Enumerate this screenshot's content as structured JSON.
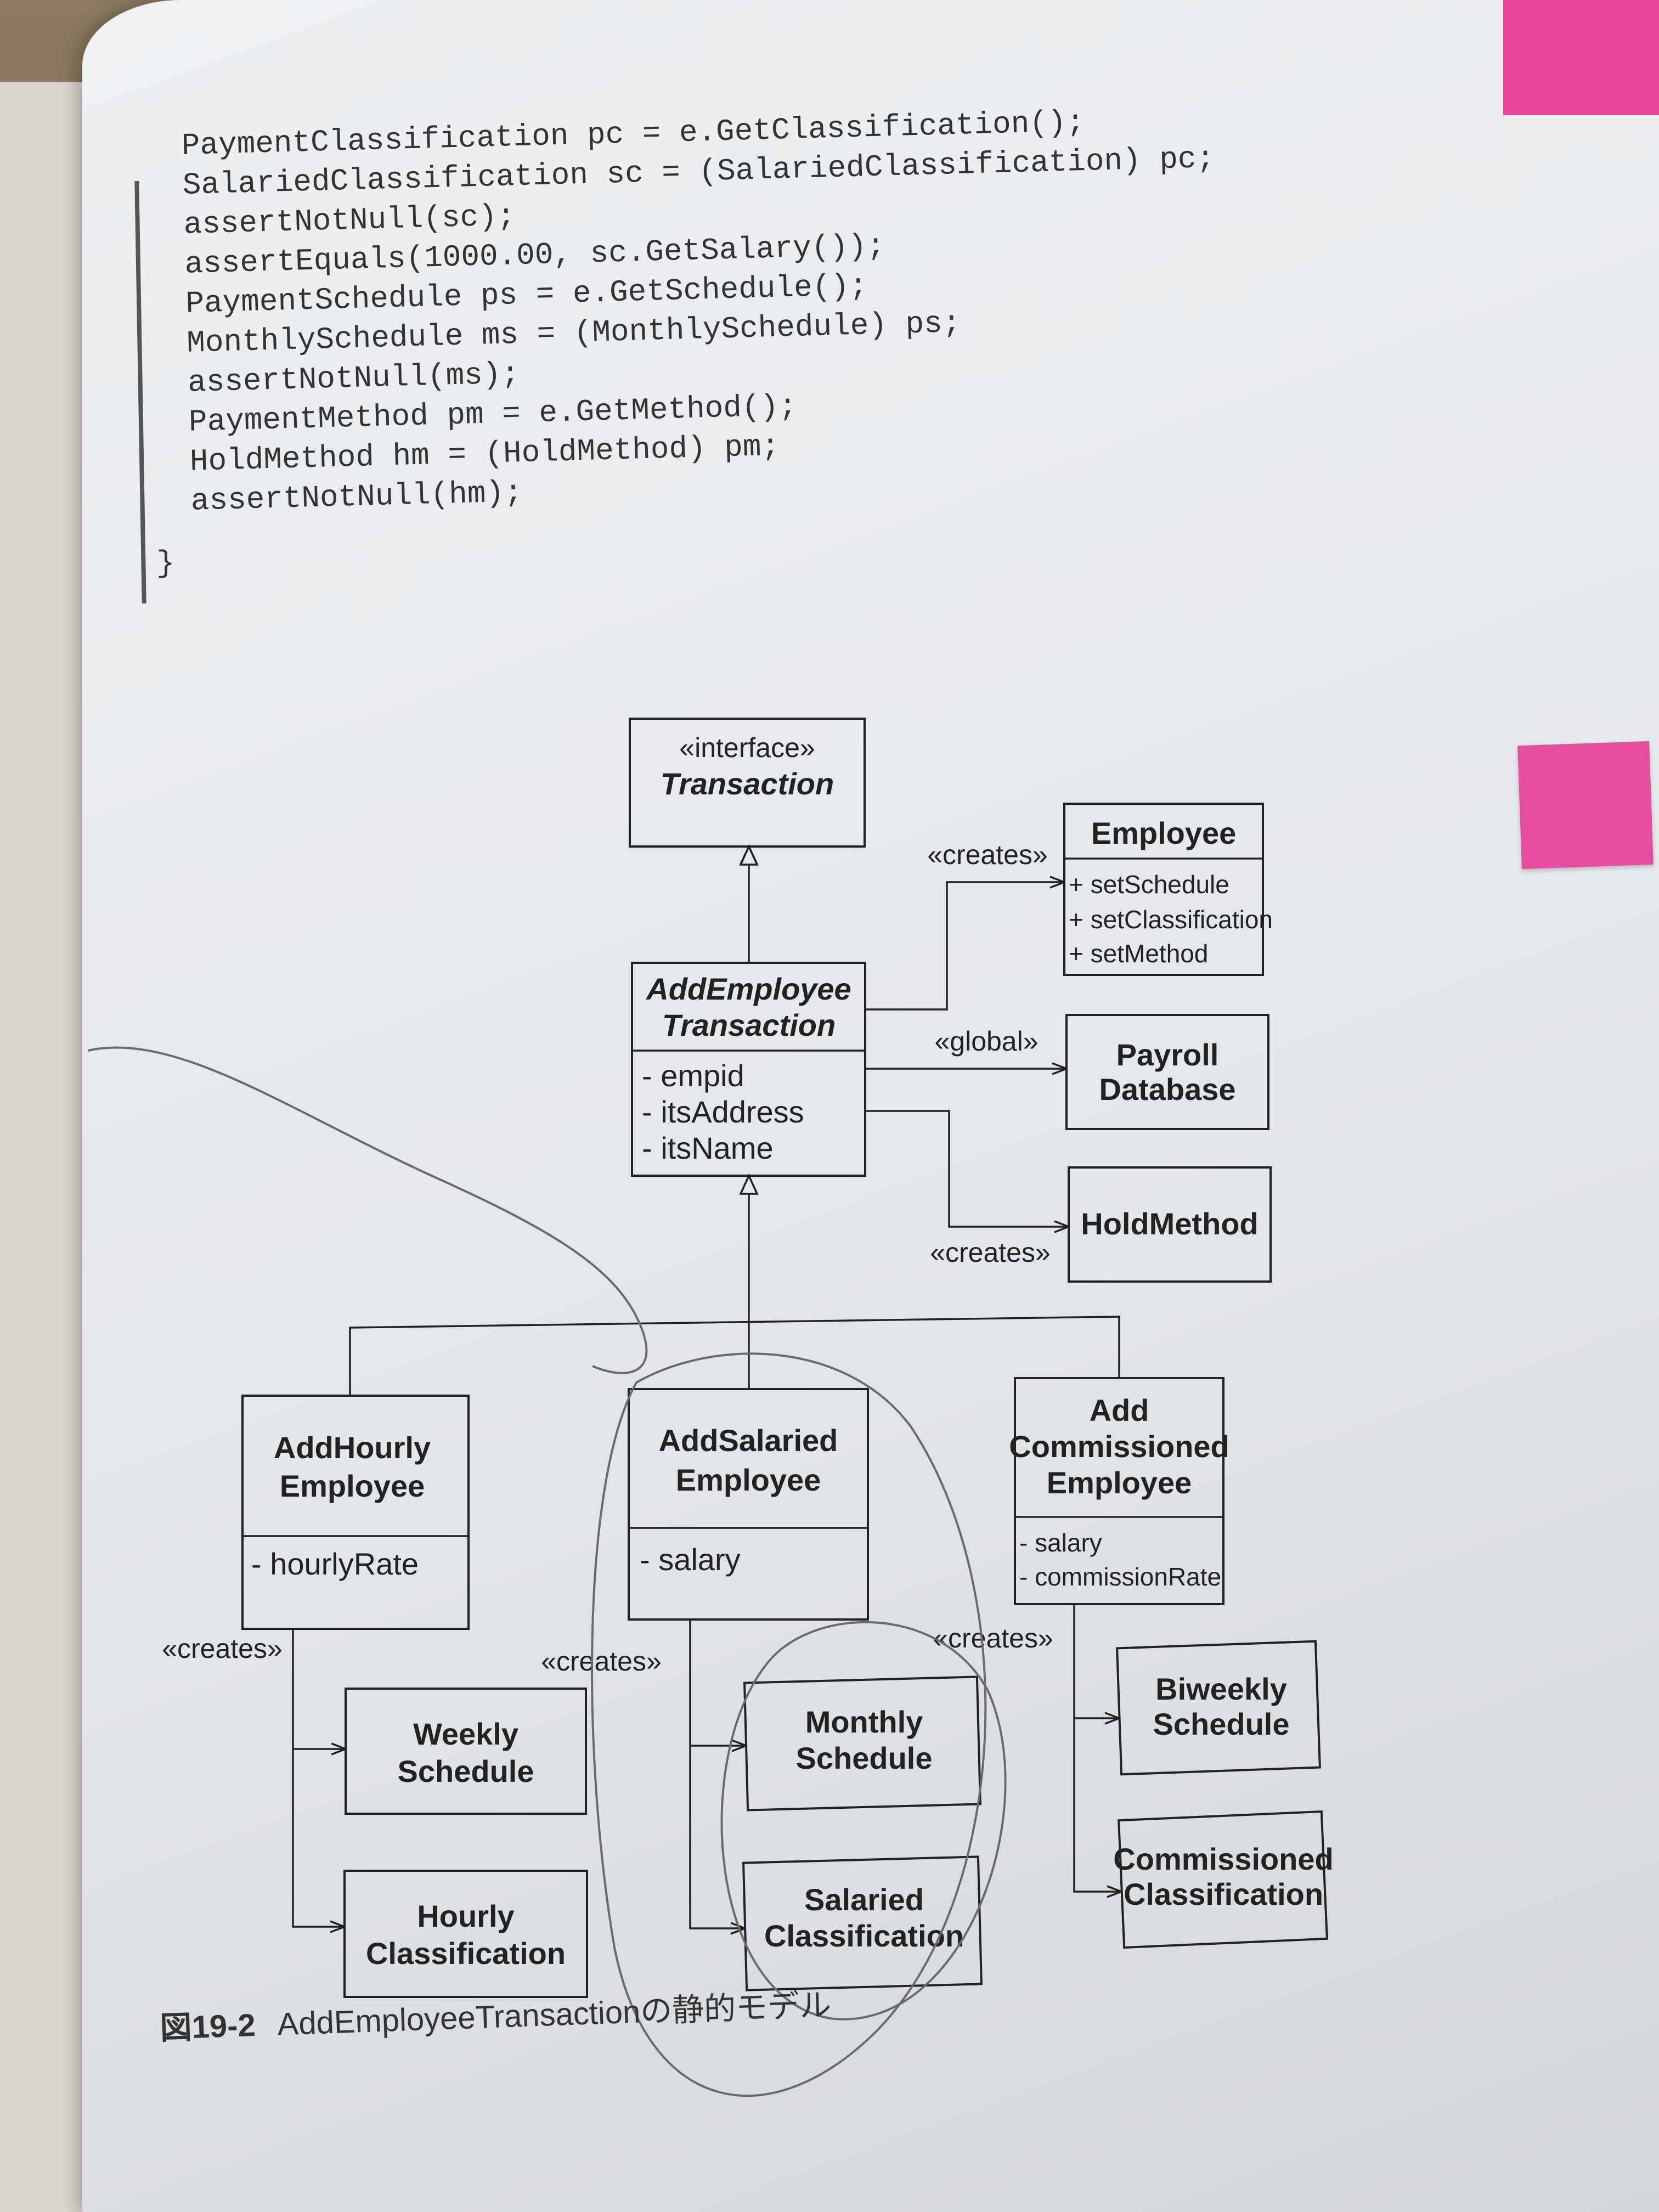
{
  "code": {
    "lines": [
      "PaymentClassification pc = e.GetClassification();",
      "SalariedClassification sc = (SalariedClassification) pc;",
      "assertNotNull(sc);",
      "assertEquals(1000.00, sc.GetSalary());",
      "PaymentSchedule ps = e.GetSchedule();",
      "MonthlySchedule ms = (MonthlySchedule) ps;",
      "assertNotNull(ms);",
      "PaymentMethod pm = e.GetMethod();",
      "HoldMethod hm = (HoldMethod) pm;",
      "assertNotNull(hm);"
    ],
    "closing": "}"
  },
  "diagram": {
    "transaction": {
      "stereotype": "«interface»",
      "name": "Transaction"
    },
    "employee": {
      "name": "Employee",
      "ops": [
        "+ setSchedule",
        "+ setClassification",
        "+ setMethod"
      ]
    },
    "add_employee": {
      "name1": "AddEmployee",
      "name2": "Transaction",
      "attrs": [
        "- empid",
        "- itsAddress",
        "- itsName"
      ]
    },
    "payroll_db": {
      "name1": "Payroll",
      "name2": "Database"
    },
    "hold_method": {
      "name": "HoldMethod"
    },
    "add_hourly": {
      "name1": "AddHourly",
      "name2": "Employee",
      "attrs": [
        "- hourlyRate"
      ]
    },
    "add_salaried": {
      "name1": "AddSalaried",
      "name2": "Employee",
      "attrs": [
        "- salary"
      ]
    },
    "add_commissioned": {
      "name1": "Add",
      "name2": "Commissioned",
      "name3": "Employee",
      "attrs": [
        "- salary",
        "- commissionRate"
      ]
    },
    "weekly": {
      "name1": "Weekly",
      "name2": "Schedule"
    },
    "hourly_cls": {
      "name1": "Hourly",
      "name2": "Classification"
    },
    "monthly": {
      "name1": "Monthly",
      "name2": "Schedule"
    },
    "salaried_cls": {
      "name1": "Salaried",
      "name2": "Classification"
    },
    "biweekly": {
      "name1": "Biweekly",
      "name2": "Schedule"
    },
    "commissioned_cls": {
      "name1": "Commissioned",
      "name2": "Classification"
    },
    "labels": {
      "creates_employee": "«creates»",
      "global": "«global»",
      "creates_hold": "«creates»",
      "creates_hourly": "«creates»",
      "creates_salaried": "«creates»",
      "creates_commissioned": "«creates»"
    }
  },
  "caption": {
    "number": "図19-2",
    "text": "AddEmployeeTransactionの静的モデル"
  },
  "colors": {
    "page": "#e6e9ec",
    "tab": "#e8469b",
    "ink": "#222222",
    "pencil": "#6b6b6b"
  }
}
